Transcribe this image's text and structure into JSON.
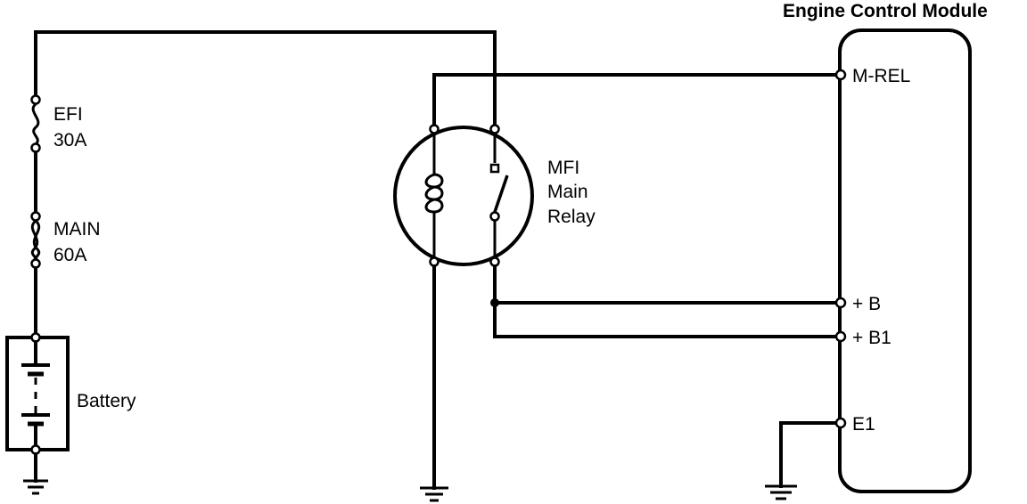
{
  "diagram": {
    "ecm_title": "Engine Control Module",
    "fuse_efi": {
      "name": "EFI",
      "rating": "30A"
    },
    "fuse_main": {
      "name": "MAIN",
      "rating": "60A"
    },
    "battery_label": "Battery",
    "relay": {
      "line1": "MFI",
      "line2": "Main",
      "line3": "Relay"
    },
    "ecm_pins": {
      "mrel": "M-REL",
      "plus_b": "+ B",
      "plus_b1": "+ B1",
      "e1": "E1"
    }
  }
}
